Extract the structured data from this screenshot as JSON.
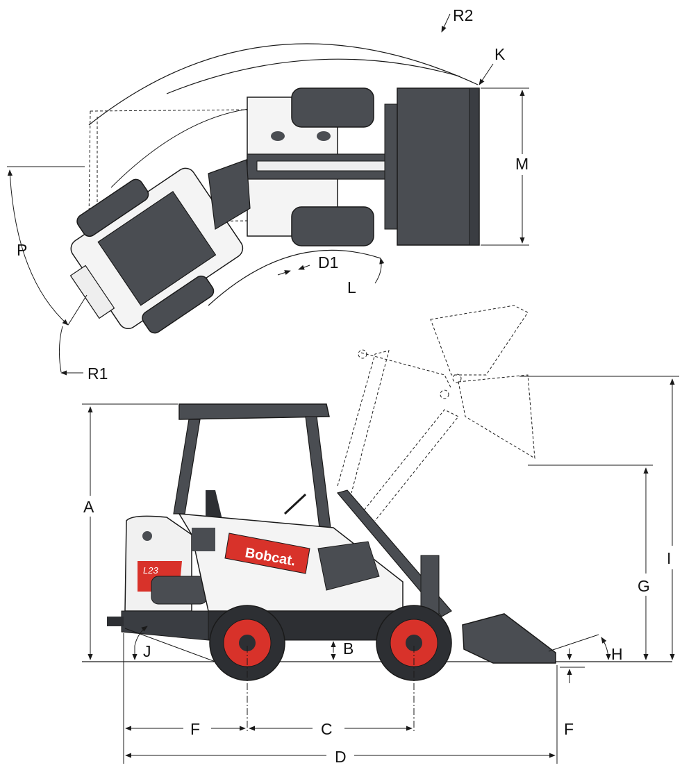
{
  "labels": {
    "R2": "R2",
    "K": "K",
    "M": "M",
    "P": "P",
    "D1": "D1",
    "L": "L",
    "R1": "R1",
    "A": "A",
    "B": "B",
    "C": "C",
    "D": "D",
    "F_left": "F",
    "F_right": "F",
    "G": "G",
    "H": "H",
    "I": "I",
    "J": "J"
  },
  "branding": {
    "brand": "Bobcat.",
    "model": "L23"
  },
  "colors": {
    "body_dark": "#4a4d52",
    "body_light": "#eeeeee",
    "accent_red": "#d8322a",
    "line": "#1a1a1a"
  }
}
